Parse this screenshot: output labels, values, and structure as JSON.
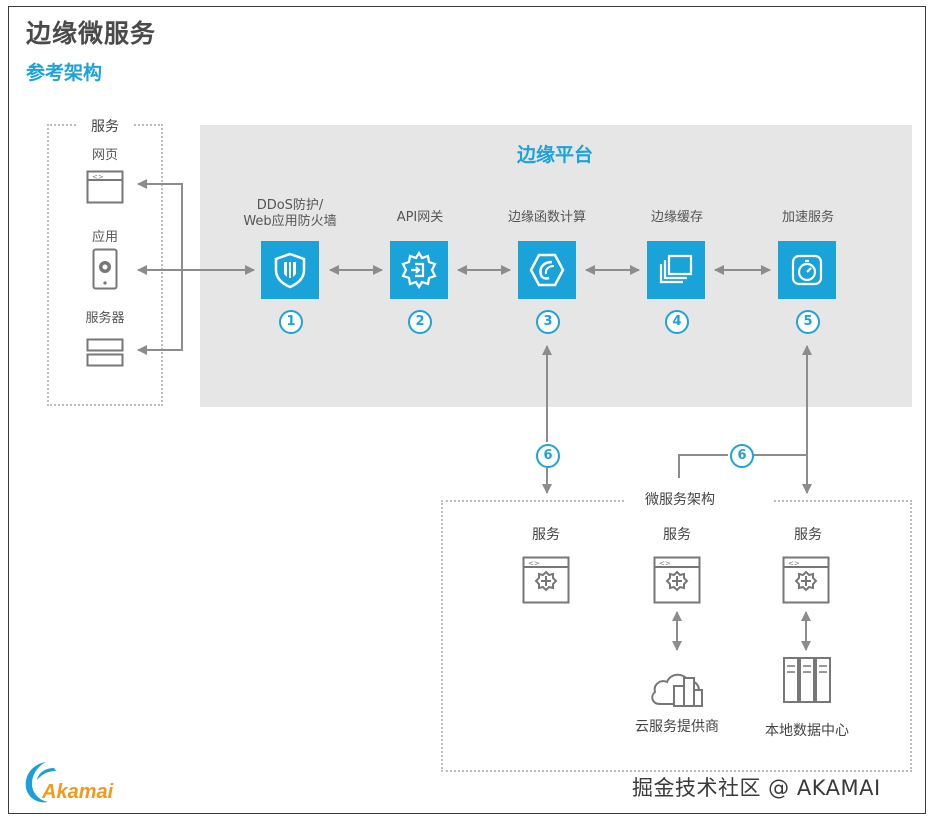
{
  "header": {
    "title": "边缘微服务",
    "subtitle": "参考架构"
  },
  "clients": {
    "group_label": "服务",
    "items": [
      {
        "label": "网页",
        "icon": "browser-window-icon"
      },
      {
        "label": "应用",
        "icon": "mobile-app-icon"
      },
      {
        "label": "服务器",
        "icon": "server-icon"
      }
    ]
  },
  "platform": {
    "title": "边缘平台",
    "components": [
      {
        "label_line1": "DDoS防护/",
        "label_line2": "Web应用防火墙",
        "number": "1",
        "icon": "shield-icon"
      },
      {
        "label_line1": "API网关",
        "label_line2": "",
        "number": "2",
        "icon": "gateway-gear-icon"
      },
      {
        "label_line1": "边缘函数计算",
        "label_line2": "",
        "number": "3",
        "icon": "hexagon-function-icon"
      },
      {
        "label_line1": "边缘缓存",
        "label_line2": "",
        "number": "4",
        "icon": "stacked-layers-icon"
      },
      {
        "label_line1": "加速服务",
        "label_line2": "",
        "number": "5",
        "icon": "stopwatch-icon"
      }
    ]
  },
  "connector_number": "6",
  "microservices": {
    "group_label": "微服务架构",
    "services": [
      {
        "label": "服务",
        "backend": ""
      },
      {
        "label": "服务",
        "backend": "云服务提供商"
      },
      {
        "label": "服务",
        "backend": "本地数据中心"
      }
    ]
  },
  "footer": {
    "logo_text": "Akamai",
    "watermark": "掘金技术社区 @ AKAMAI"
  },
  "colors": {
    "accent": "#1aa3d9",
    "platform_bg": "#e6e6e6",
    "arrow": "#8c8c8c",
    "title": "#4a4a4a"
  }
}
